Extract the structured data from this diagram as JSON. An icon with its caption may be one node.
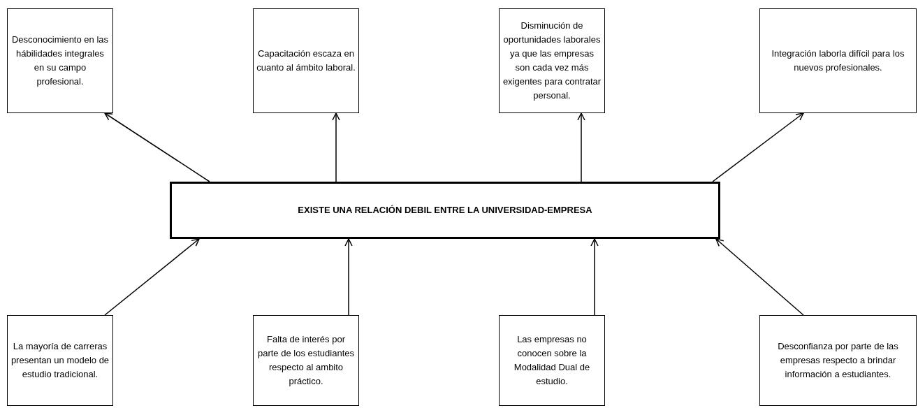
{
  "diagram": {
    "nodes": [
      {
        "text": [
          "Desconocimiento en las hábilidades integrales en su campo profesional."
        ]
      },
      {
        "text": [
          "Capacitación escaza en cuanto al ámbito laboral."
        ]
      },
      {
        "text": [
          "Disminución de oportunidades laborales ya que las empresas son cada vez más exigentes para contratar personal."
        ]
      },
      {
        "text": [
          "Integración laborla difícil para los nuevos profesionales."
        ]
      },
      {
        "text": [
          "EXISTE UNA RELACIÓN DEBIL ENTRE LA UNIVERSIDAD-EMPRESA"
        ]
      },
      {
        "text": [
          "La mayoría de carreras presentan un modelo de estudio tradicional."
        ]
      },
      {
        "text": [
          "Falta de interés por parte de los estudiantes respecto al ambito práctico."
        ]
      },
      {
        "text": [
          "Las empresas no conocen sobre la Modalidad Dual de estudio."
        ]
      },
      {
        "text": [
          "Desconfianza por parte de las empresas respecto a brindar información a estudiantes."
        ]
      }
    ],
    "edges": [
      {
        "from": 4,
        "to": 0,
        "arrow": "to"
      },
      {
        "from": 4,
        "to": 1,
        "arrow": "to"
      },
      {
        "from": 4,
        "to": 2,
        "arrow": "to"
      },
      {
        "from": 4,
        "to": 3,
        "arrow": "to"
      },
      {
        "from": 5,
        "to": 4,
        "arrow": "to"
      },
      {
        "from": 6,
        "to": 4,
        "arrow": "to"
      },
      {
        "from": 7,
        "to": 4,
        "arrow": "to"
      },
      {
        "from": 8,
        "to": 4,
        "arrow": "to"
      }
    ]
  }
}
